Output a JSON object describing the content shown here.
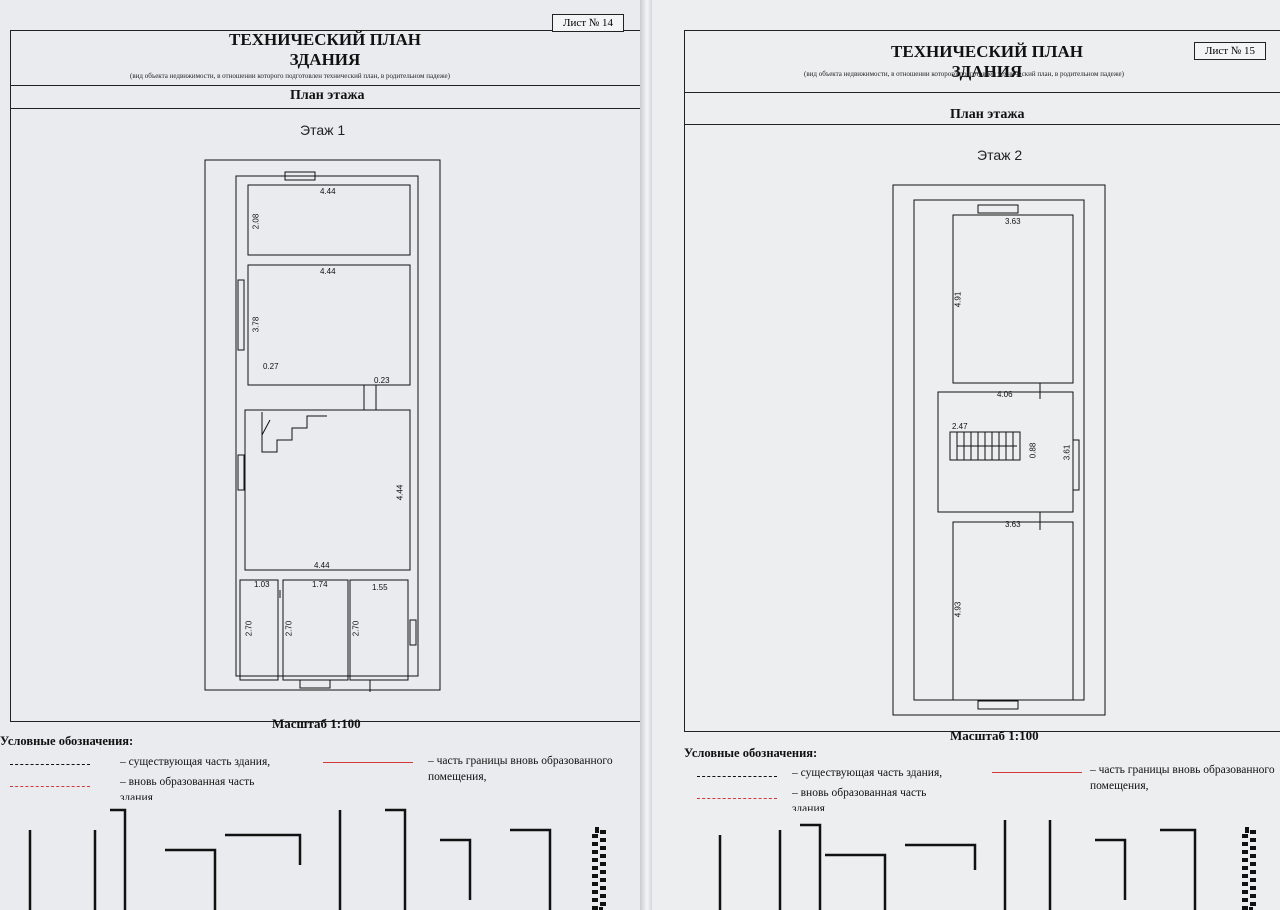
{
  "sheets": [
    {
      "sheet_no": "Лист № 14",
      "title_line1": "ТЕХНИЧЕСКИЙ ПЛАН",
      "title_line2": "ЗДАНИЯ",
      "subtitle": "(вид объекта недвижимости, в отношении которого подготовлен технический план, в родительном падеже)",
      "section": "План этажа",
      "floor": "Этаж 1",
      "scale": "Масштаб 1:100",
      "dims": [
        "4.44",
        "2.08",
        "4.44",
        "3.78",
        "0.27",
        "0.23",
        "4.44",
        "4.44",
        "1.03",
        "1.74",
        "1.55",
        "2.70",
        "2.70",
        "2.70"
      ]
    },
    {
      "sheet_no": "Лист № 15",
      "title_line1": "ТЕХНИЧЕСКИЙ ПЛАН",
      "title_line2": "ЗДАНИЯ",
      "subtitle": "(вид объекта недвижимости, в отношении которого подготовлен технический план, в родительном падеже)",
      "section": "План этажа",
      "floor": "Этаж 2",
      "scale": "Масштаб 1:100",
      "dims": [
        "3.63",
        "4.91",
        "4.06",
        "2.47",
        "0.88",
        "3.61",
        "3.63",
        "4.93"
      ]
    }
  ],
  "legend": {
    "heading": "Условные обозначения:",
    "existing": "– существующая часть здания,",
    "new_part": "– вновь образованная часть",
    "new_part_cont": "здания",
    "boundary": "– часть границы вновь образованного",
    "boundary_cont": "помещения,"
  },
  "colors": {
    "line": "#111111",
    "red": "#d23a3a"
  }
}
